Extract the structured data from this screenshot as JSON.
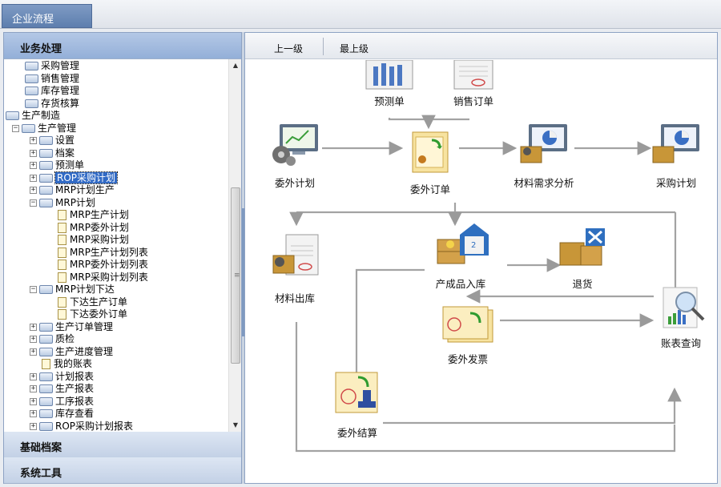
{
  "topbar": {
    "tab_label": "企业流程"
  },
  "left_panel": {
    "sections": {
      "business": "业务处理",
      "basic": "基础档案",
      "tools": "系统工具"
    },
    "tree": [
      {
        "label": "采购管理"
      },
      {
        "label": "销售管理"
      },
      {
        "label": "库存管理"
      },
      {
        "label": "存货核算"
      },
      {
        "label": "生产制造"
      },
      {
        "label": "生产管理"
      },
      {
        "label": "设置"
      },
      {
        "label": "档案"
      },
      {
        "label": "预测单"
      },
      {
        "label": "ROP采购计划"
      },
      {
        "label": "MRP计划生产"
      },
      {
        "label": "MRP计划"
      },
      {
        "label": "MRP生产计划"
      },
      {
        "label": "MRP委外计划"
      },
      {
        "label": "MRP采购计划"
      },
      {
        "label": "MRP生产计划列表"
      },
      {
        "label": "MRP委外计划列表"
      },
      {
        "label": "MRP采购计划列表"
      },
      {
        "label": "MRP计划下达"
      },
      {
        "label": "下达生产订单"
      },
      {
        "label": "下达委外订单"
      },
      {
        "label": "生产订单管理"
      },
      {
        "label": "质检"
      },
      {
        "label": "生产进度管理"
      },
      {
        "label": "我的账表"
      },
      {
        "label": "计划报表"
      },
      {
        "label": "生产报表"
      },
      {
        "label": "工序报表"
      },
      {
        "label": "库存查看"
      },
      {
        "label": "ROP采购计划报表"
      }
    ],
    "selected": "ROP采购计划"
  },
  "toolbar": {
    "up_label": "上一级",
    "top_label": "最上级"
  },
  "flow": {
    "forecast": "预测单",
    "sales_order": "销售订单",
    "outsource_plan": "委外计划",
    "outsource_order": "委外订单",
    "material_analysis": "材料需求分析",
    "purchase_plan": "采购计划",
    "material_out": "材料出库",
    "product_in": "产成品入库",
    "return": "退货",
    "outsource_invoice": "委外发票",
    "report_query": "账表查询",
    "outsource_settle": "委外结算"
  }
}
